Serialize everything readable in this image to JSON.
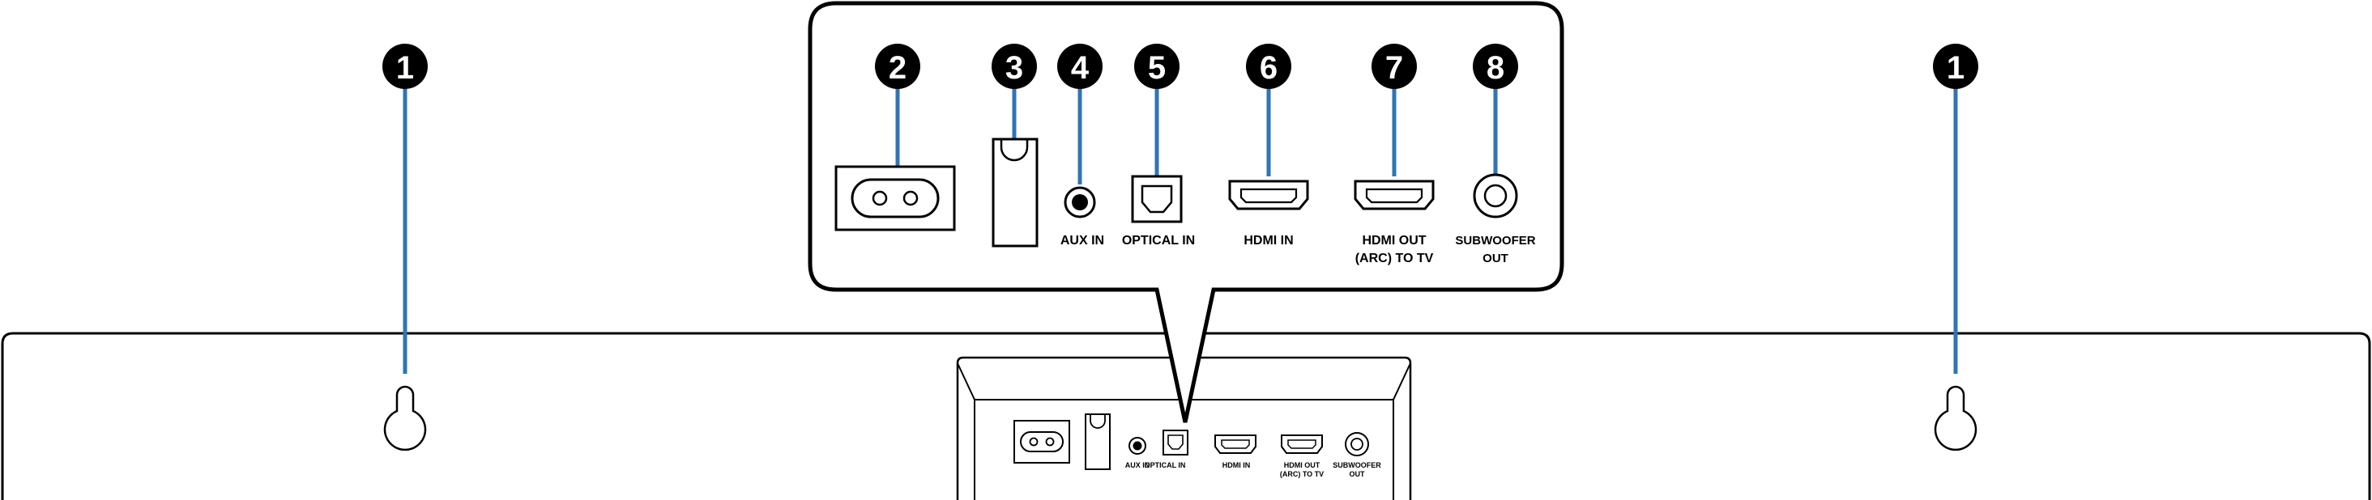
{
  "callouts": [
    {
      "id": "1-left",
      "number": "1"
    },
    {
      "id": "2",
      "number": "2"
    },
    {
      "id": "3",
      "number": "3"
    },
    {
      "id": "4",
      "number": "4"
    },
    {
      "id": "5",
      "number": "5"
    },
    {
      "id": "6",
      "number": "6"
    },
    {
      "id": "7",
      "number": "7"
    },
    {
      "id": "8",
      "number": "8"
    },
    {
      "id": "1-right",
      "number": "1"
    }
  ],
  "zoom_labels": {
    "aux_in": "AUX IN",
    "optical_in": "OPTICAL IN",
    "hdmi_in": "HDMI IN",
    "hdmi_out_line1": "HDMI OUT",
    "hdmi_out_line2": "(ARC) TO TV",
    "subwoofer_line1": "SUBWOOFER",
    "subwoofer_line2": "OUT"
  },
  "panel_labels": {
    "aux_in": "AUX IN",
    "optical_in": "OPTICAL IN",
    "hdmi_in": "HDMI IN",
    "hdmi_out_line1": "HDMI OUT",
    "hdmi_out_line2": "(ARC) TO TV",
    "subwoofer_line1": "SUBWOOFER",
    "subwoofer_line2": "OUT"
  },
  "colors": {
    "leader": "#2f75b5",
    "outline": "#000000",
    "callout_fill": "#000000",
    "callout_text": "#ffffff"
  }
}
